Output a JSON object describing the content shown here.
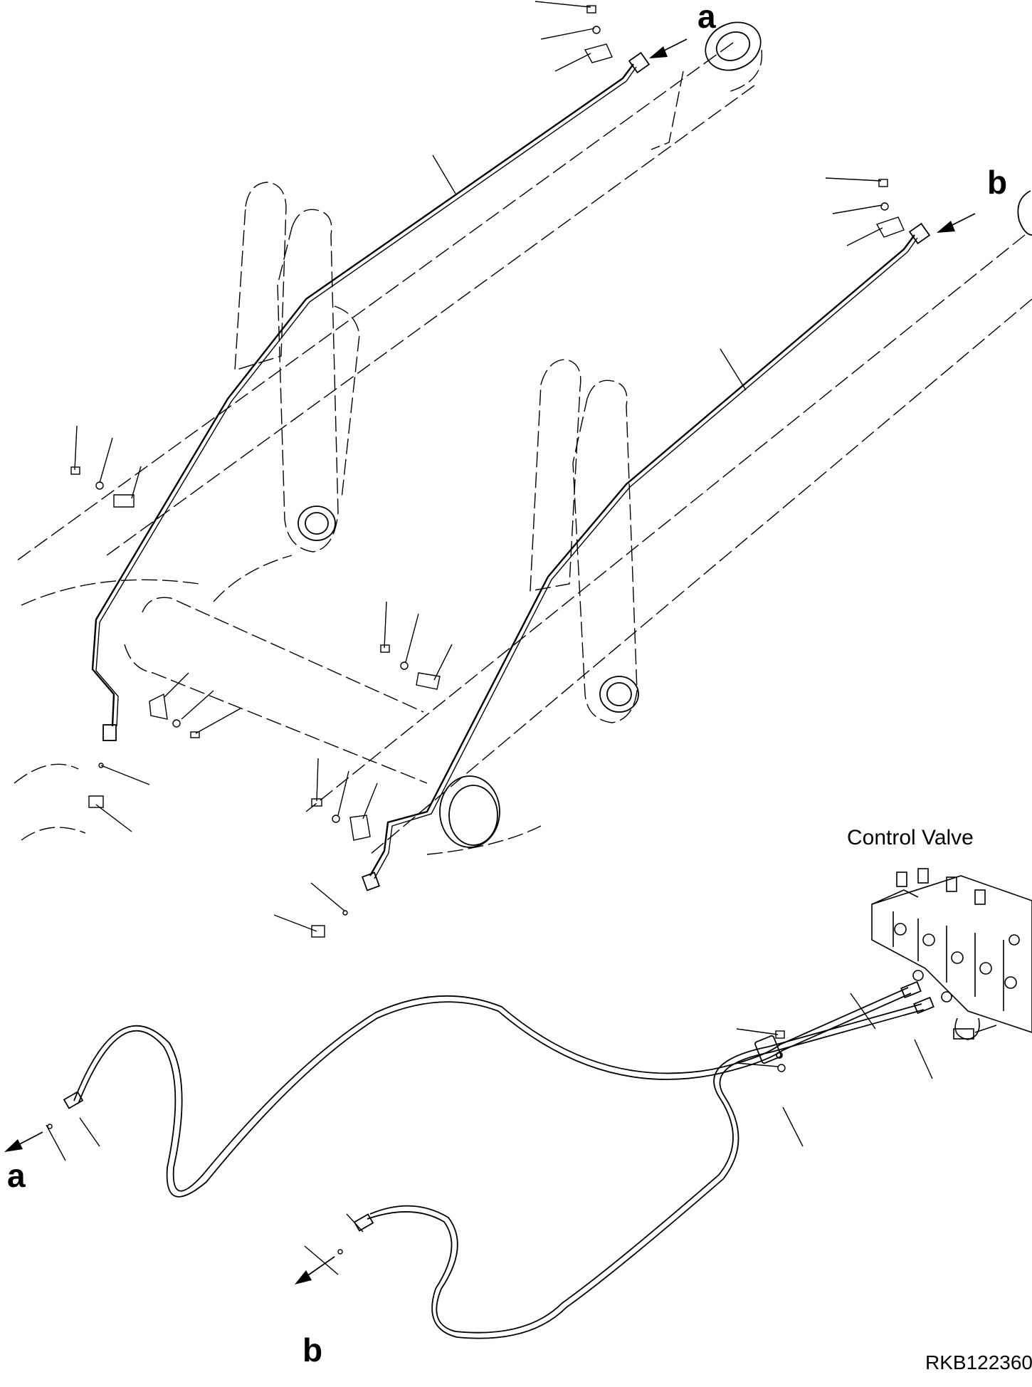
{
  "callouts": {
    "a_top": "a",
    "b_top": "b",
    "a_bottom": "a",
    "b_bottom": "b"
  },
  "control_valve_label": "Control Valve",
  "drawing_code": "RKB122360",
  "colors": {
    "line": "#000000",
    "background": "#ffffff"
  }
}
